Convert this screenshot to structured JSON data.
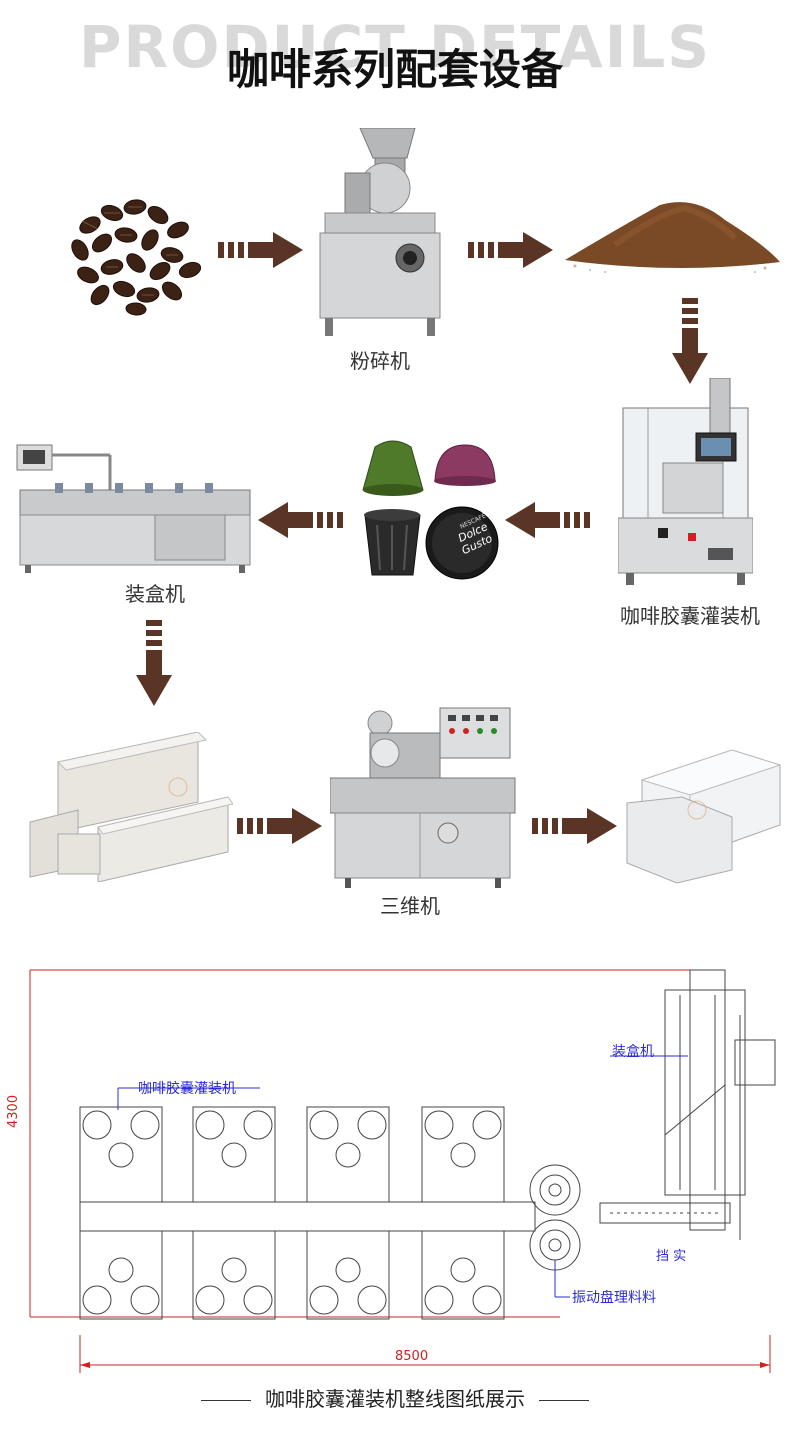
{
  "header": {
    "watermark": "PRODUCT DETAILS",
    "title": "咖啡系列配套设备"
  },
  "machines": {
    "grinder": "粉碎机",
    "capsule_filler": "咖啡胶囊灌装机",
    "cartoner": "装盒机",
    "wrapper": "三维机"
  },
  "capsule_brand": {
    "brand": "NESCAFÉ",
    "product_line1": "Dolce",
    "product_line2": "Gusto"
  },
  "layout_drawing": {
    "dim_width": "8500",
    "dim_height": "4300",
    "label_filler": "咖啡胶囊灌装机",
    "label_cartoner": "装盒机",
    "label_vibratory": "振动盘理料料",
    "label_side": "挡 实"
  },
  "footer": {
    "caption": "咖啡胶囊灌装机整线图纸展示"
  },
  "colors": {
    "arrow": "#5a3424",
    "steel": "#c9cbcd",
    "cad_line": "#444444",
    "cad_blue": "#2b2bd6",
    "cad_red": "#d02020"
  }
}
